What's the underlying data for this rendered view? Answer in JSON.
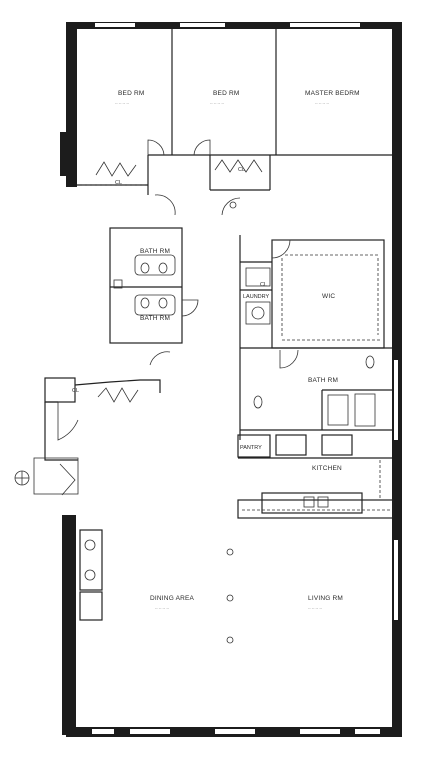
{
  "rooms": {
    "bed_rm_1": "BED RM",
    "bed_rm_2": "BED RM",
    "master_bedrm": "MASTER BEDRM",
    "cl_master": "CL",
    "cl_left": "CL",
    "bath_rm_upper": "BATH RM",
    "bath_rm_lower": "BATH RM",
    "cl_hall": "CL",
    "laundry": "LAUNDRY",
    "wic": "WIC",
    "bath_rm_main": "BATH RM",
    "cl_entry": "CL",
    "pantry": "PANTRY",
    "kitchen": "KITCHEN",
    "dining_area": "DINING AREA",
    "living_rm": "LIVING RM"
  }
}
